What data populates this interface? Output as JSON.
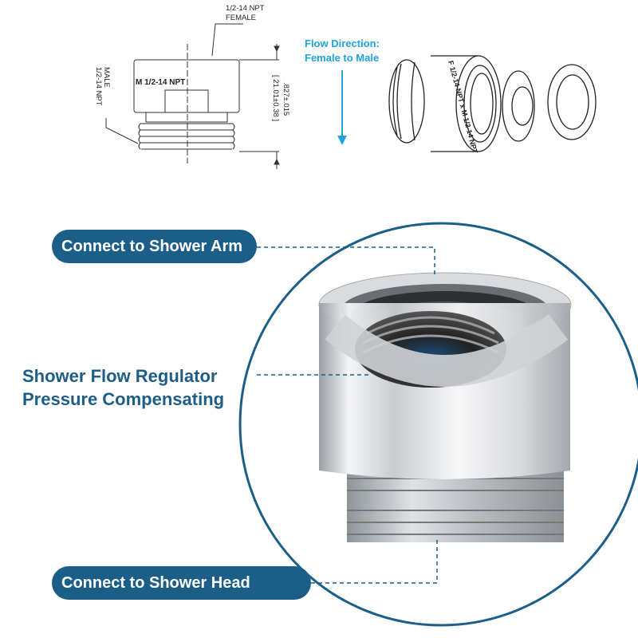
{
  "drawing": {
    "female_label_line1": "1/2-14 NPT",
    "female_label_line2": "FEMALE",
    "male_label_line1": "1/2-14 NPT",
    "male_label_line2": "MALE",
    "body_marking": "M 1/2-14 NPT",
    "dimension_inch": ".827±.015",
    "dimension_mm": "[ 21.01±0.38 ]",
    "exploded_marking": "F 1/2-14 NPT x M 1/2-14 NPT"
  },
  "flow": {
    "line1": "Flow Direction:",
    "line2": "Female to Male"
  },
  "callouts": {
    "top": "Connect to Shower Arm",
    "middle_line1": "Shower Flow Regulator",
    "middle_line2": "Pressure Compensating",
    "bottom": "Connect to Shower Head"
  },
  "colors": {
    "brand": "#1b5f88",
    "flow": "#1ea3dc"
  }
}
